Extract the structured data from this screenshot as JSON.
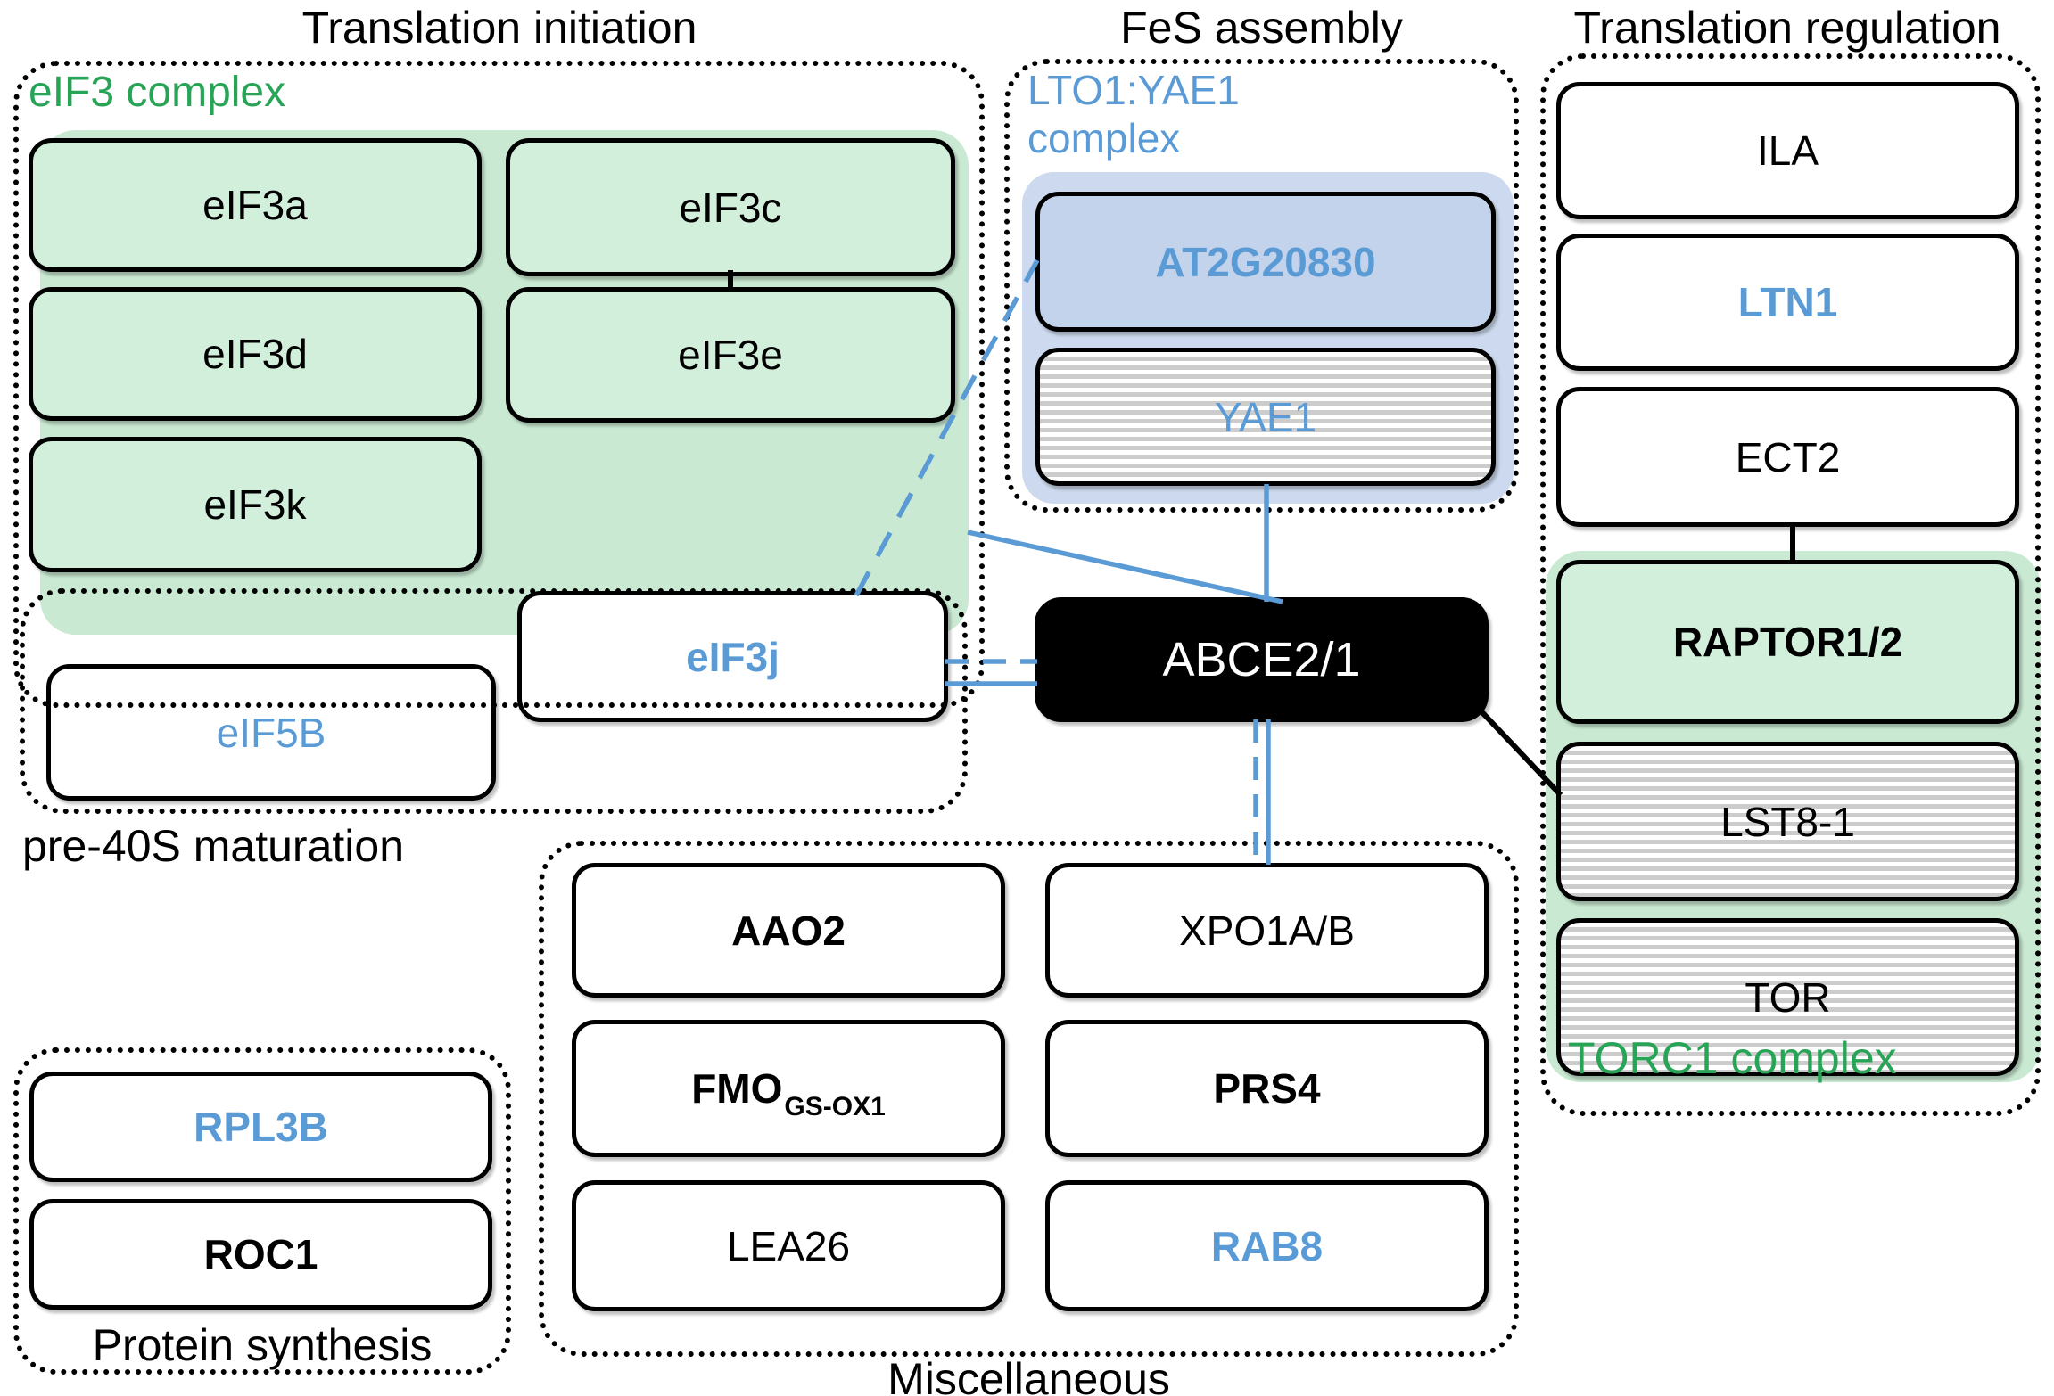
{
  "titles": {
    "translation_initiation": "Translation initiation",
    "fes_assembly": "FeS assembly",
    "translation_regulation": "Translation regulation"
  },
  "group_labels": {
    "eif3_complex": "eIF3 complex",
    "lto1_yae1_complex": "LTO1:YAE1 complex",
    "pre40s_maturation": "pre-40S maturation",
    "torc1_complex": "TORC1 complex",
    "protein_synthesis": "Protein synthesis",
    "miscellaneous": "Miscellaneous"
  },
  "nodes": {
    "eif3a": {
      "label": "eIF3a"
    },
    "eif3c": {
      "label": "eIF3c"
    },
    "eif3d": {
      "label": "eIF3d"
    },
    "eif3e": {
      "label": "eIF3e"
    },
    "eif3k": {
      "label": "eIF3k"
    },
    "eif3j": {
      "label": "eIF3j"
    },
    "eif5b": {
      "label": "eIF5B"
    },
    "at2g20830": {
      "label": "AT2G20830"
    },
    "yae1": {
      "label": "YAE1"
    },
    "abce21": {
      "label": "ABCE2/1"
    },
    "ila": {
      "label": "ILA"
    },
    "ltn1": {
      "label": "LTN1"
    },
    "ect2": {
      "label": "ECT2"
    },
    "raptor12": {
      "label": "RAPTOR1/2"
    },
    "lst81": {
      "label": "LST8-1"
    },
    "tor": {
      "label": "TOR"
    },
    "aao2": {
      "label": "AAO2"
    },
    "xpo1ab": {
      "label": "XPO1A/B"
    },
    "fmo": {
      "label": "FMO",
      "subscript": "GS-OX1"
    },
    "prs4": {
      "label": "PRS4"
    },
    "lea26": {
      "label": "LEA26"
    },
    "rab8": {
      "label": "RAB8"
    },
    "rpl3b": {
      "label": "RPL3B"
    },
    "roc1": {
      "label": "ROC1"
    }
  },
  "edges": [
    {
      "id": "eif3c-eif3e",
      "style": "solid",
      "color": "black"
    },
    {
      "id": "ect2-raptor12",
      "style": "solid",
      "color": "black"
    },
    {
      "id": "abce21-lst81",
      "style": "solid",
      "color": "black"
    },
    {
      "id": "yae1-abce21",
      "style": "solid",
      "color": "blue"
    },
    {
      "id": "eif3complex-abce21",
      "style": "solid",
      "color": "blue"
    },
    {
      "id": "eif3j-at2g20830",
      "style": "dashed",
      "color": "blue"
    },
    {
      "id": "eif3j-abce21-dashed",
      "style": "dashed",
      "color": "blue"
    },
    {
      "id": "eif3j-abce21-solid",
      "style": "solid",
      "color": "blue"
    },
    {
      "id": "abce21-xpo1ab-dashed",
      "style": "dashed",
      "color": "blue"
    },
    {
      "id": "abce21-xpo1ab-solid",
      "style": "solid",
      "color": "blue"
    }
  ],
  "colors": {
    "accent-blue": "#5b9bd5",
    "green-text": "#28a457",
    "green-fill": "#c9e9d2",
    "green-node": "#d2efdb",
    "blue-fill": "#ccd9ee",
    "blue-node": "#c3d3ec",
    "stripe-gray": "#cccccc",
    "ink": "#000000"
  }
}
